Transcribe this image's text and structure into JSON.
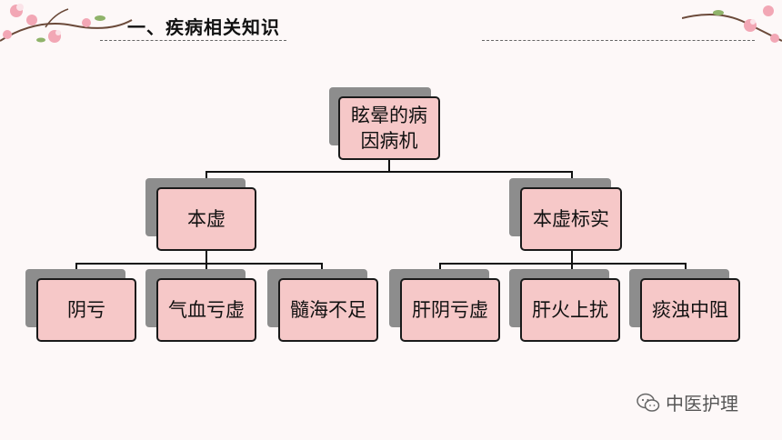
{
  "header": {
    "title": "一、疾病相关知识"
  },
  "diagram": {
    "root": "眩晕的病\n因病机",
    "branches": [
      {
        "label": "本虚",
        "children": [
          "阴亏",
          "气血亏虚",
          "髓海不足"
        ]
      },
      {
        "label": "本虚标实",
        "children": [
          "肝阴亏虚",
          "肝火上扰",
          "痰浊中阻"
        ]
      }
    ]
  },
  "watermark": {
    "text": "中医护理",
    "icon": "wechat-icon"
  },
  "colors": {
    "node_fill": "#f6c8c8",
    "shadow": "#8d8d8d",
    "border": "#1a1a1a",
    "accent_blossom": "#f2a7b5"
  }
}
